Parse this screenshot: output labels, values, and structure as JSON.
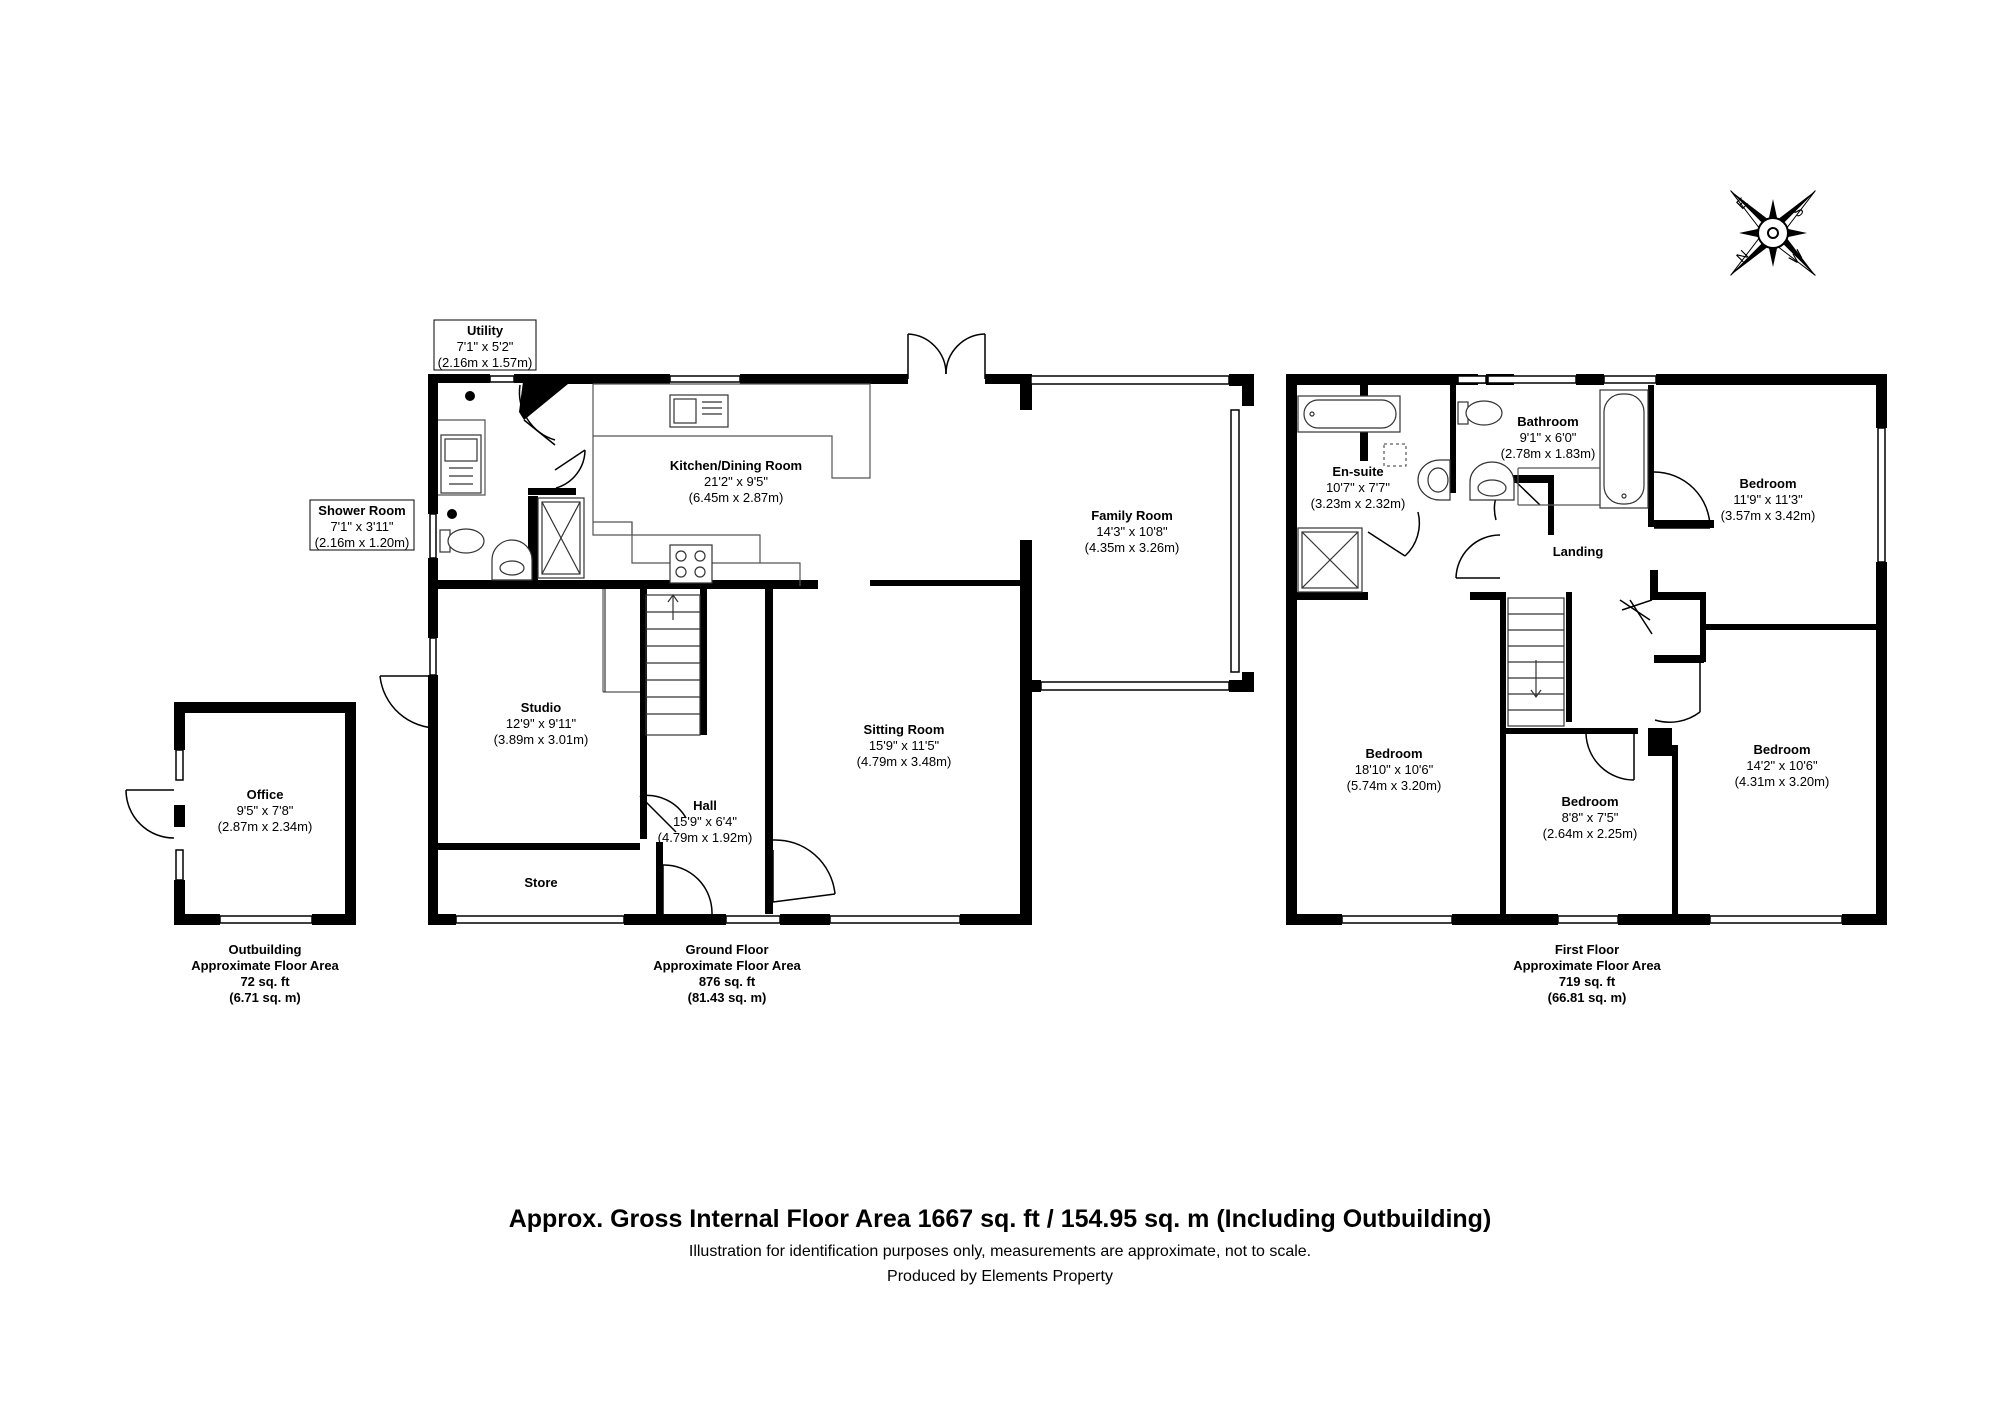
{
  "rooms": {
    "utility": {
      "name": "Utility",
      "imperial": "7'1\" x 5'2\"",
      "metric": "(2.16m x 1.57m)"
    },
    "shower_room": {
      "name": "Shower Room",
      "imperial": "7'1\" x 3'11\"",
      "metric": "(2.16m x 1.20m)"
    },
    "kitchen": {
      "name": "Kitchen/Dining Room",
      "imperial": "21'2\" x 9'5\"",
      "metric": "(6.45m x 2.87m)"
    },
    "family_room": {
      "name": "Family Room",
      "imperial": "14'3\" x 10'8\"",
      "metric": "(4.35m x 3.26m)"
    },
    "studio": {
      "name": "Studio",
      "imperial": "12'9\" x 9'11\"",
      "metric": "(3.89m x 3.01m)"
    },
    "sitting_room": {
      "name": "Sitting Room",
      "imperial": "15'9\" x 11'5\"",
      "metric": "(4.79m x 3.48m)"
    },
    "hall": {
      "name": "Hall",
      "imperial": "15'9\" x 6'4\"",
      "metric": "(4.79m x 1.92m)"
    },
    "store": {
      "name": "Store"
    },
    "office": {
      "name": "Office",
      "imperial": "9'5\" x 7'8\"",
      "metric": "(2.87m x 2.34m)"
    },
    "ensuite": {
      "name": "En-suite",
      "imperial": "10'7\" x 7'7\"",
      "metric": "(3.23m x 2.32m)"
    },
    "bathroom": {
      "name": "Bathroom",
      "imperial": "9'1\" x 6'0\"",
      "metric": "(2.78m x 1.83m)"
    },
    "bedroom_ne": {
      "name": "Bedroom",
      "imperial": "11'9\" x 11'3\"",
      "metric": "(3.57m x 3.42m)"
    },
    "landing": {
      "name": "Landing"
    },
    "bedroom_w": {
      "name": "Bedroom",
      "imperial": "18'10\" x 10'6\"",
      "metric": "(5.74m x 3.20m)"
    },
    "bedroom_mid": {
      "name": "Bedroom",
      "imperial": "8'8\" x 7'5\"",
      "metric": "(2.64m x 2.25m)"
    },
    "bedroom_se": {
      "name": "Bedroom",
      "imperial": "14'2\" x 10'6\"",
      "metric": "(4.31m x 3.20m)"
    }
  },
  "floors": {
    "outbuilding": {
      "title": "Outbuilding",
      "area_label": "Approximate Floor Area",
      "imperial": "72 sq. ft",
      "metric": "(6.71 sq. m)"
    },
    "ground": {
      "title": "Ground Floor",
      "area_label": "Approximate Floor Area",
      "imperial": "876 sq. ft",
      "metric": "(81.43 sq. m)"
    },
    "first": {
      "title": "First Floor",
      "area_label": "Approximate Floor Area",
      "imperial": "719 sq. ft",
      "metric": "(66.81 sq. m)"
    }
  },
  "compass": {
    "n": "N",
    "e": "E",
    "s": "S",
    "w": "W"
  },
  "footer": {
    "main": "Approx. Gross Internal Floor Area 1667 sq. ft / 154.95 sq. m (Including Outbuilding)",
    "disclaimer": "Illustration for identification purposes only, measurements are approximate, not to scale.",
    "produced": "Produced by Elements Property"
  },
  "colors": {
    "wall": "#000000",
    "background": "#ffffff",
    "fixture": "#333333"
  }
}
